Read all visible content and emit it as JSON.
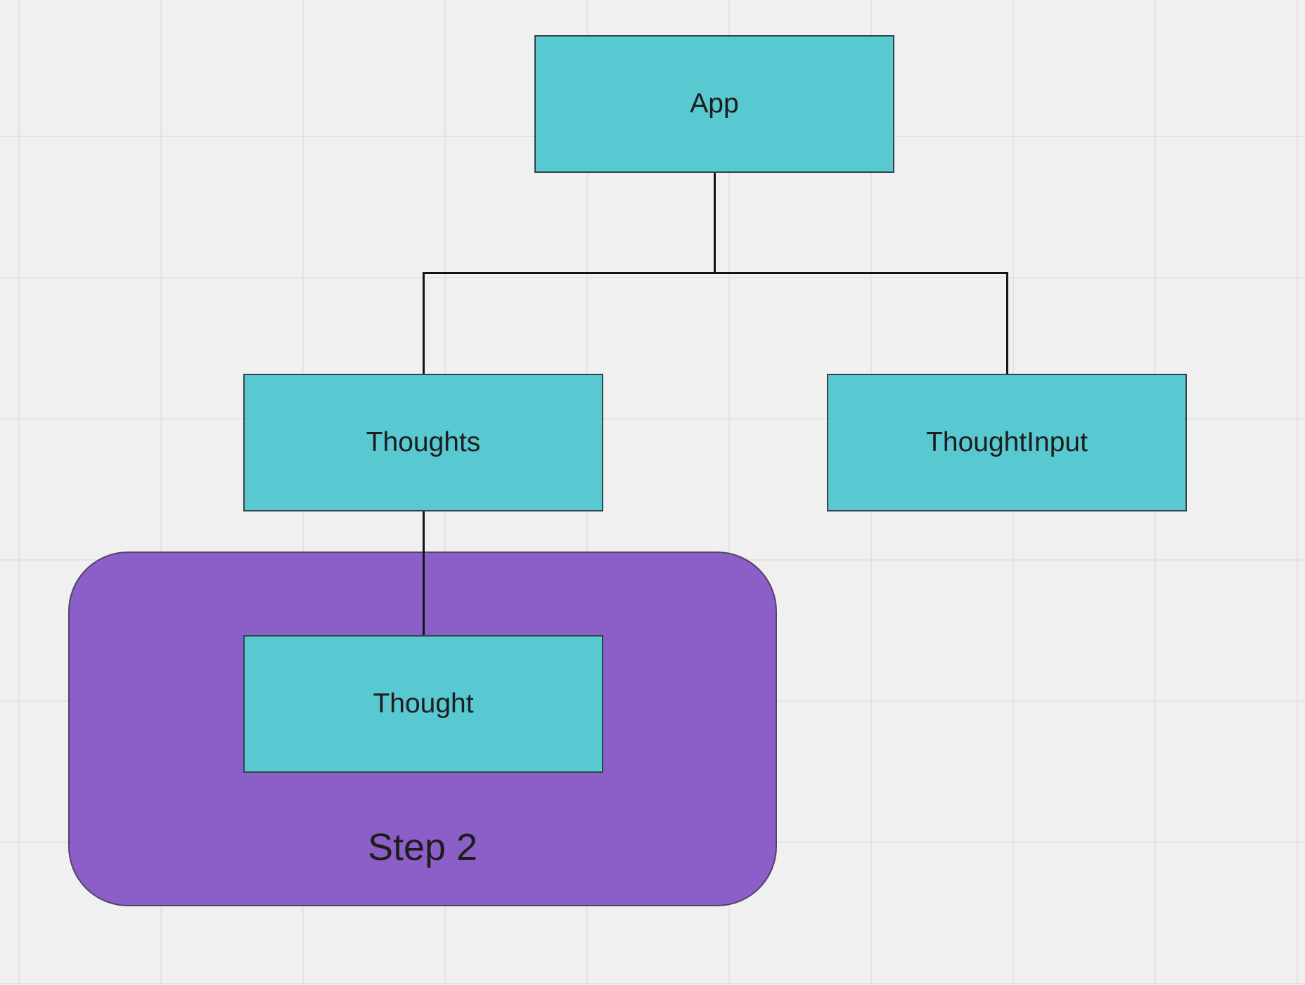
{
  "diagram": {
    "canvas": {
      "background_color": "#f0f0f0",
      "grid_line_color": "#e3e3e3"
    },
    "nodes": [
      {
        "label": "App"
      },
      {
        "label": "Thoughts"
      },
      {
        "label": "ThoughtInput"
      },
      {
        "label": "Thought"
      }
    ],
    "group": {
      "label": "Step 2",
      "fill_color": "#8b5fc7",
      "border_color": "#4f4565"
    },
    "node_style": {
      "fill_color": "#58c8d1",
      "border_color": "#334549",
      "text_color": "#1d1d1d"
    },
    "connector_color": "#141414"
  }
}
